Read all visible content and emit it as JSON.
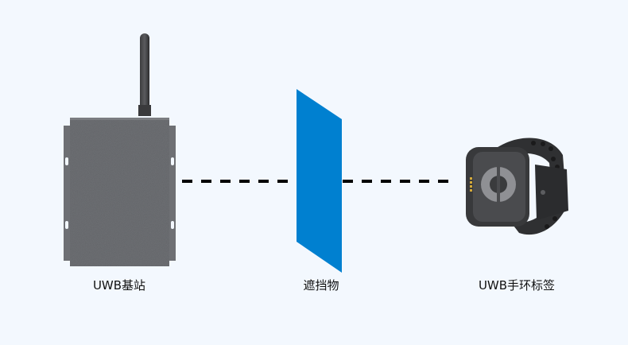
{
  "diagram": {
    "background": "#f3f8fe",
    "nodes": [
      {
        "id": "base-station",
        "label": "UWB基站",
        "icon": "router-antenna-device"
      },
      {
        "id": "obstacle",
        "label": "遮挡物",
        "icon": "blue-panel",
        "color": "#0080d0"
      },
      {
        "id": "tag",
        "label": "UWB手环标签",
        "icon": "wristband-tag"
      }
    ],
    "edges": [
      {
        "from": "base-station",
        "to": "obstacle",
        "style": "dashed",
        "color": "#000000"
      },
      {
        "from": "obstacle",
        "to": "tag",
        "style": "dashed",
        "color": "#000000"
      }
    ]
  }
}
